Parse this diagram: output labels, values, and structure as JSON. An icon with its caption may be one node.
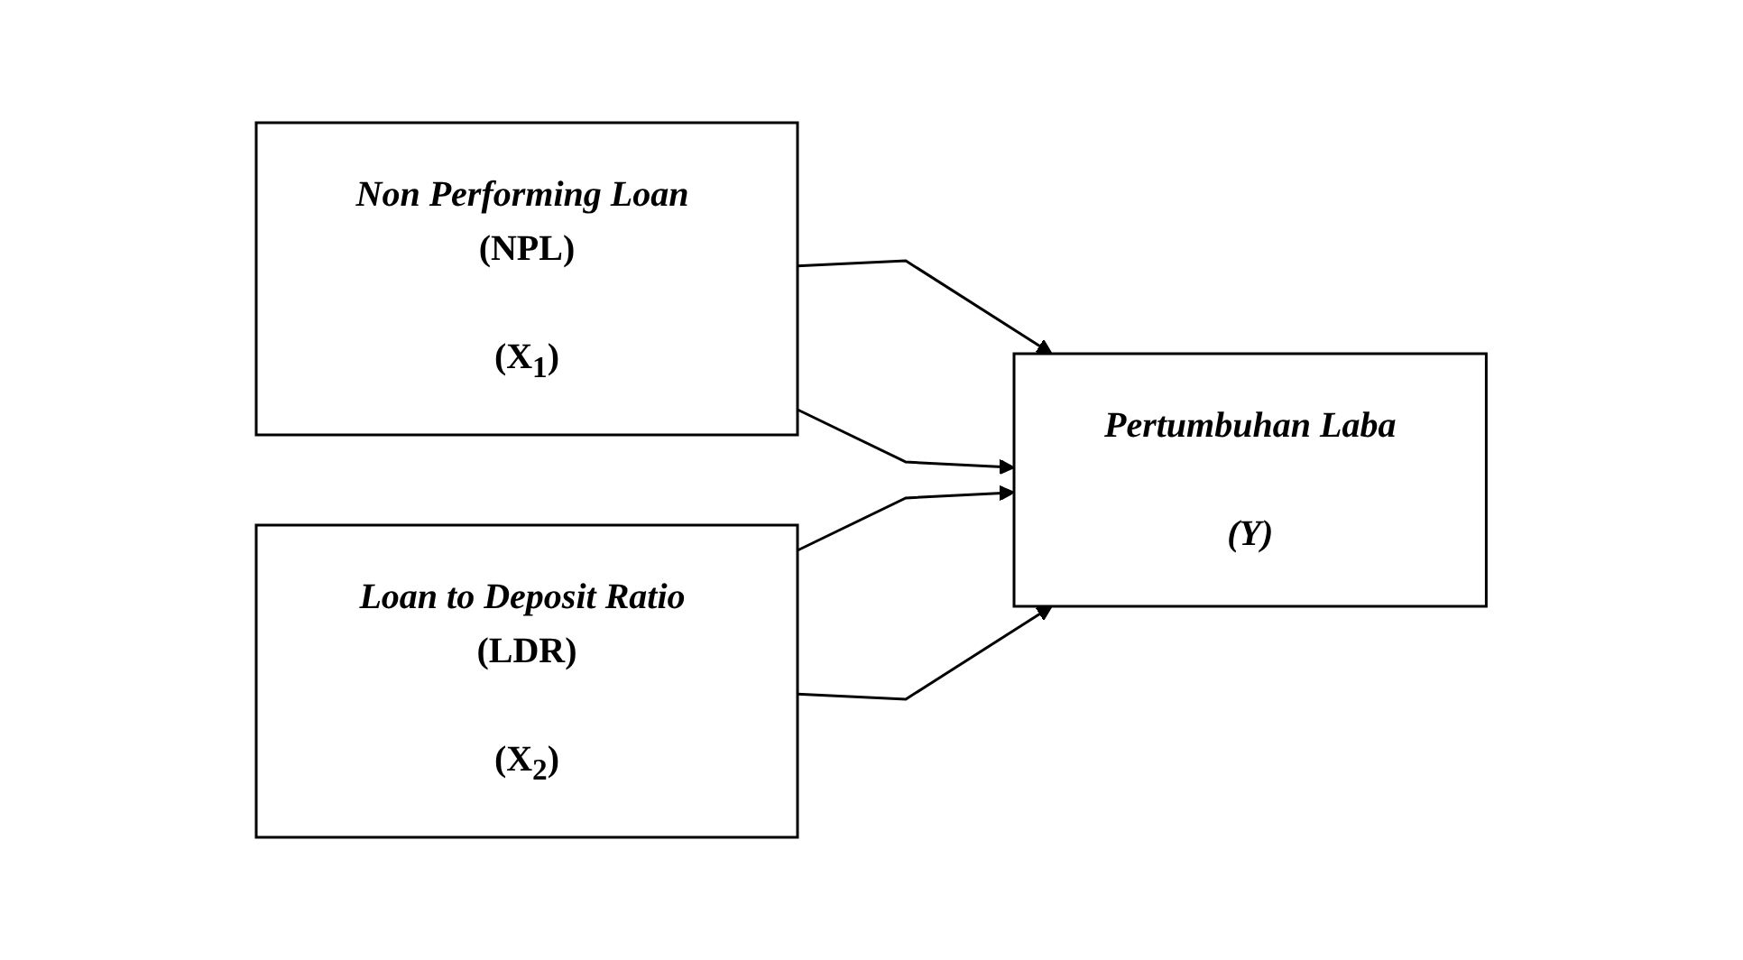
{
  "diagram": {
    "nodes": [
      {
        "text": [
          "*Non Performing Loan* (NPL)",
          "(X$_{1}$)"
        ]
      },
      {
        "text": [
          "*Loan to Deposit Ratio* (LDR)",
          "(X$_{2}$)"
        ]
      },
      {
        "text": [
          "Pertumbuhan Laba",
          "(Y)"
        ]
      }
    ],
    "edges": [
      {
        "from": 0,
        "to": 2,
        "arrow": "to"
      },
      {
        "from": 0,
        "to": 2,
        "arrow": "to"
      },
      {
        "from": 1,
        "to": 2,
        "arrow": "to"
      },
      {
        "from": 1,
        "to": 2,
        "arrow": "to"
      }
    ]
  }
}
